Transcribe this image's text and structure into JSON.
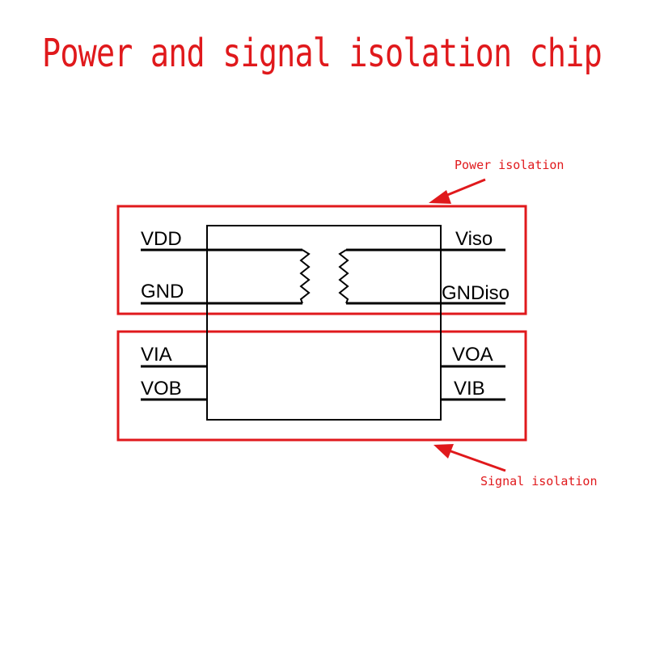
{
  "title": "Power and signal isolation chip",
  "annotations": {
    "power": "Power isolation",
    "signal": "Signal isolation"
  },
  "pins": {
    "left": [
      "VDD",
      "GND",
      "VIA",
      "VOB"
    ],
    "right": [
      "Viso",
      "GNDiso",
      "VOA",
      "VIB"
    ]
  },
  "colors": {
    "accent": "#e0191c",
    "line": "#000000"
  }
}
